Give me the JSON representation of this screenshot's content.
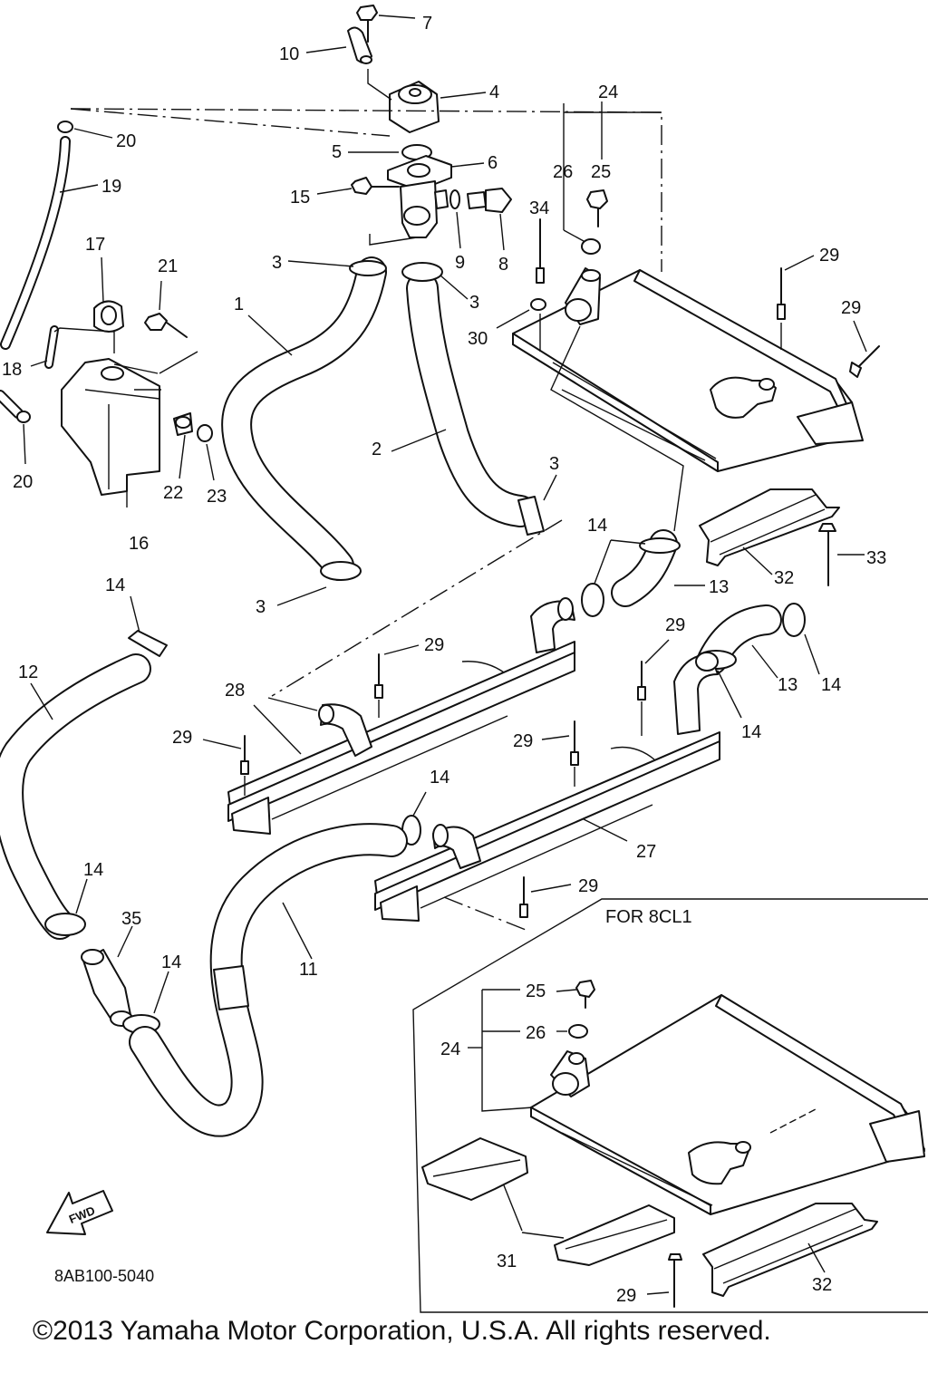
{
  "callouts": {
    "c1": "1",
    "c2": "2",
    "c3a": "3",
    "c3b": "3",
    "c3c": "3",
    "c3d": "3",
    "c4": "4",
    "c5": "5",
    "c6": "6",
    "c7": "7",
    "c8": "8",
    "c9": "9",
    "c10": "10",
    "c11": "11",
    "c12": "12",
    "c13a": "13",
    "c13b": "13",
    "c14a": "14",
    "c14b": "14",
    "c14c": "14",
    "c14d": "14",
    "c14e": "14",
    "c14f": "14",
    "c14g": "14",
    "c15": "15",
    "c16": "16",
    "c17": "17",
    "c18": "18",
    "c19": "19",
    "c20a": "20",
    "c20b": "20",
    "c21": "21",
    "c22": "22",
    "c23": "23",
    "c24a": "24",
    "c24b": "24",
    "c25a": "25",
    "c25b": "25",
    "c26a": "26",
    "c26b": "26",
    "c27": "27",
    "c28": "28",
    "c29a": "29",
    "c29b": "29",
    "c29c": "29",
    "c29d": "29",
    "c29e": "29",
    "c29f": "29",
    "c29g": "29",
    "c29h": "29",
    "c30": "30",
    "c31": "31",
    "c32a": "32",
    "c32b": "32",
    "c33": "33",
    "c34": "34",
    "c35": "35"
  },
  "variant_label": "FOR 8CL1",
  "fwd_label": "FWD",
  "diagram_code": "8AB100-5040",
  "copyright": "©2013 Yamaha Motor Corporation, U.S.A. All rights reserved."
}
